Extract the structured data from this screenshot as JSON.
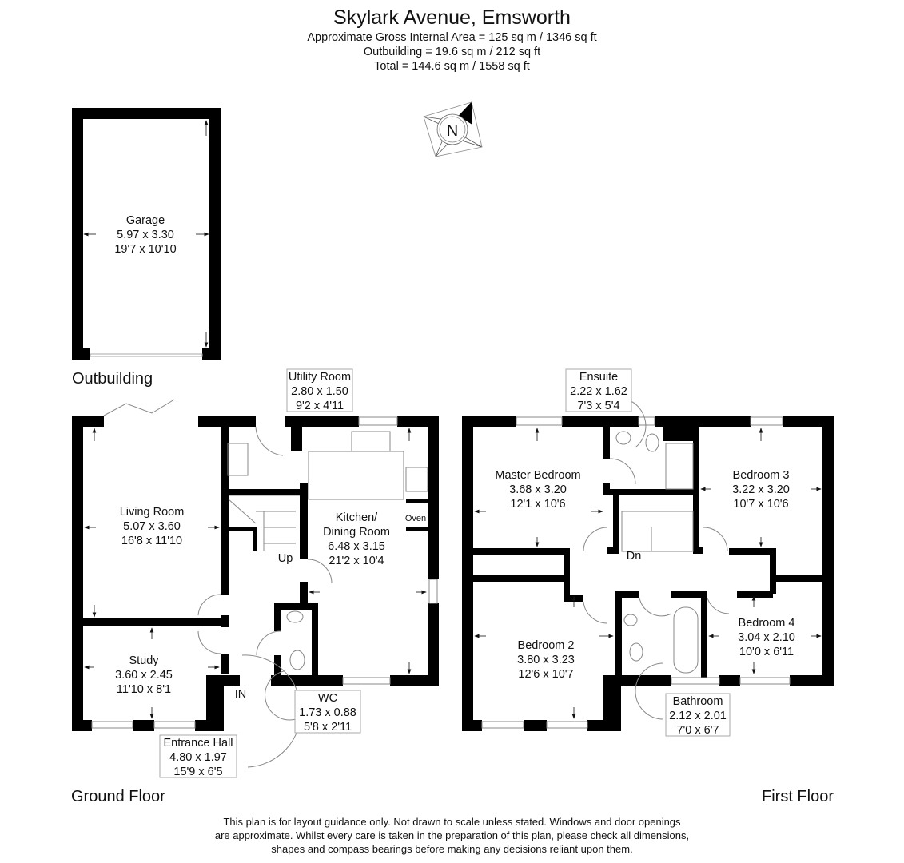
{
  "header": {
    "title": "Skylark Avenue, Emsworth",
    "gross_area": "Approximate Gross Internal Area = 125 sq m / 1346 sq ft",
    "outbuilding_area": "Outbuilding = 19.6 sq m / 212 sq ft",
    "total_area": "Total = 144.6 sq m / 1558 sq ft"
  },
  "compass": {
    "label": "N",
    "icon": "north-compass-icon"
  },
  "sections": {
    "outbuilding": "Outbuilding",
    "ground_floor": "Ground Floor",
    "first_floor": "First Floor"
  },
  "rooms": {
    "garage": {
      "name": "Garage",
      "metric": "5.97 x 3.30",
      "imperial": "19'7 x 10'10"
    },
    "utility": {
      "name": "Utility Room",
      "metric": "2.80 x 1.50",
      "imperial": "9'2 x 4'11"
    },
    "living": {
      "name": "Living Room",
      "metric": "5.07 x 3.60",
      "imperial": "16'8 x 11'10"
    },
    "kitchen": {
      "name_line1": "Kitchen/",
      "name_line2": "Dining Room",
      "metric": "6.48 x 3.15",
      "imperial": "21'2 x 10'4"
    },
    "study": {
      "name": "Study",
      "metric": "3.60 x 2.45",
      "imperial": "11'10 x 8'1"
    },
    "wc": {
      "name": "WC",
      "metric": "1.73 x 0.88",
      "imperial": "5'8 x 2'11"
    },
    "hall": {
      "name": "Entrance Hall",
      "metric": "4.80 x 1.97",
      "imperial": "15'9 x 6'5"
    },
    "ensuite": {
      "name": "Ensuite",
      "metric": "2.22 x 1.62",
      "imperial": "7'3 x 5'4"
    },
    "master": {
      "name": "Master Bedroom",
      "metric": "3.68 x 3.20",
      "imperial": "12'1 x 10'6"
    },
    "bed3": {
      "name": "Bedroom 3",
      "metric": "3.22 x 3.20",
      "imperial": "10'7 x 10'6"
    },
    "bed2": {
      "name": "Bedroom 2",
      "metric": "3.80 x 3.23",
      "imperial": "12'6 x 10'7"
    },
    "bed4": {
      "name": "Bedroom 4",
      "metric": "3.04 x 2.10",
      "imperial": "10'0 x 6'11"
    },
    "bathroom": {
      "name": "Bathroom",
      "metric": "2.12 x 2.01",
      "imperial": "7'0 x 6'7"
    }
  },
  "labels": {
    "oven": "Oven",
    "up": "Up",
    "down": "Dn",
    "entrance": "IN"
  },
  "disclaimer": {
    "line1": "This plan is for layout guidance only. Not drawn to scale unless stated. Windows and door openings",
    "line2": "are approximate. Whilst every care is taken in the preparation of this plan, please check all dimensions,",
    "line3": "shapes and compass bearings before making any decisions reliant upon them."
  },
  "colors": {
    "wall": "#000000",
    "fixture": "#9a9a9a",
    "background": "#ffffff"
  }
}
